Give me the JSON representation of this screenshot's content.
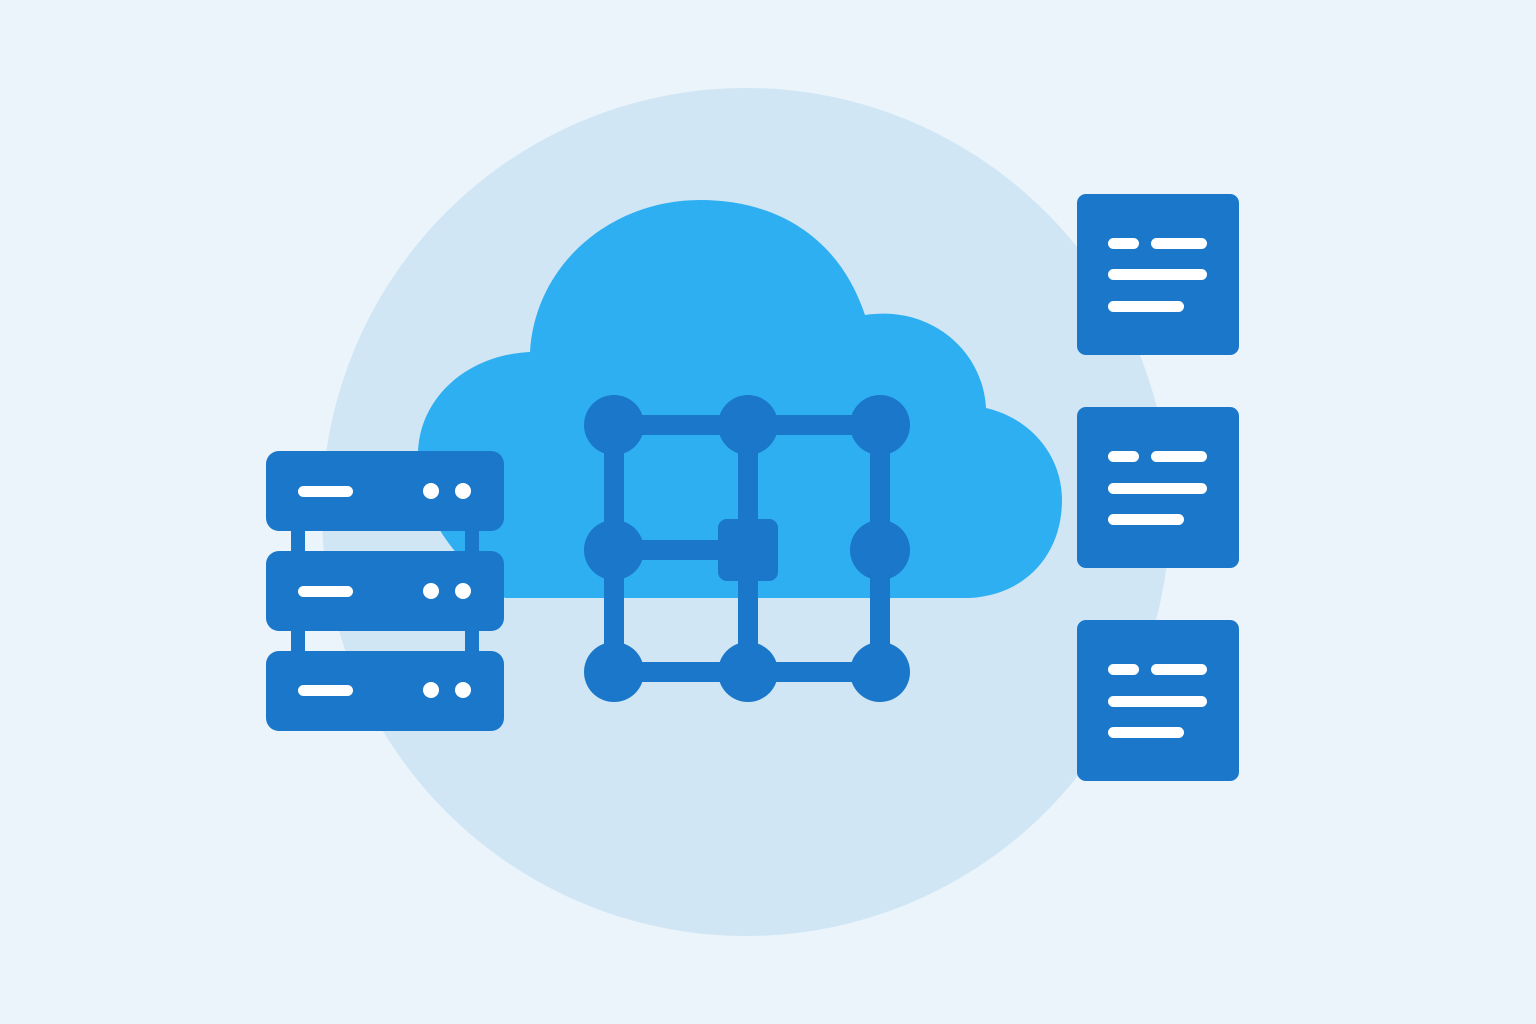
{
  "illustration": {
    "colors": {
      "page_background": "#eaf4fa",
      "backdrop_circle": "#d0e6f5",
      "cloud": "#2eaff2",
      "primary": "#1a77c9",
      "highlight": "#ffffff"
    },
    "icons": [
      "cloud-icon",
      "server-rack-icon",
      "network-grid-icon",
      "document-icon",
      "document-icon",
      "document-icon"
    ],
    "server_rack": {
      "units": 3
    },
    "network_grid": {
      "rows": 3,
      "columns": 3,
      "center_node_shape": "square"
    },
    "documents": {
      "count": 3,
      "text_lines_per_document": 3
    }
  }
}
